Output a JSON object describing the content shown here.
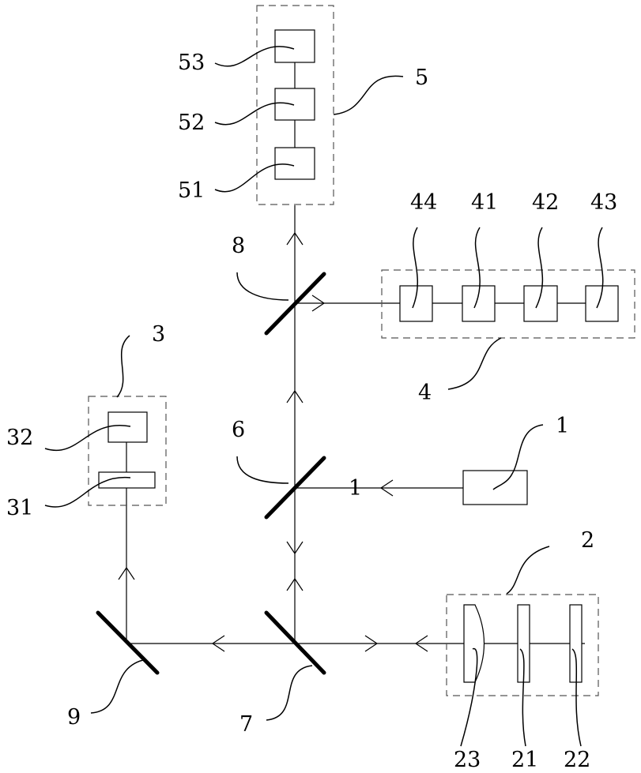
{
  "labels": {
    "n1": "1",
    "n1_beam": "1",
    "n2": "2",
    "n21": "21",
    "n22": "22",
    "n23": "23",
    "n3": "3",
    "n31": "31",
    "n32": "32",
    "n4": "4",
    "n41": "41",
    "n42": "42",
    "n43": "43",
    "n44": "44",
    "n5": "5",
    "n51": "51",
    "n52": "52",
    "n53": "53",
    "n6": "6",
    "n7": "7",
    "n8": "8",
    "n9": "9"
  }
}
